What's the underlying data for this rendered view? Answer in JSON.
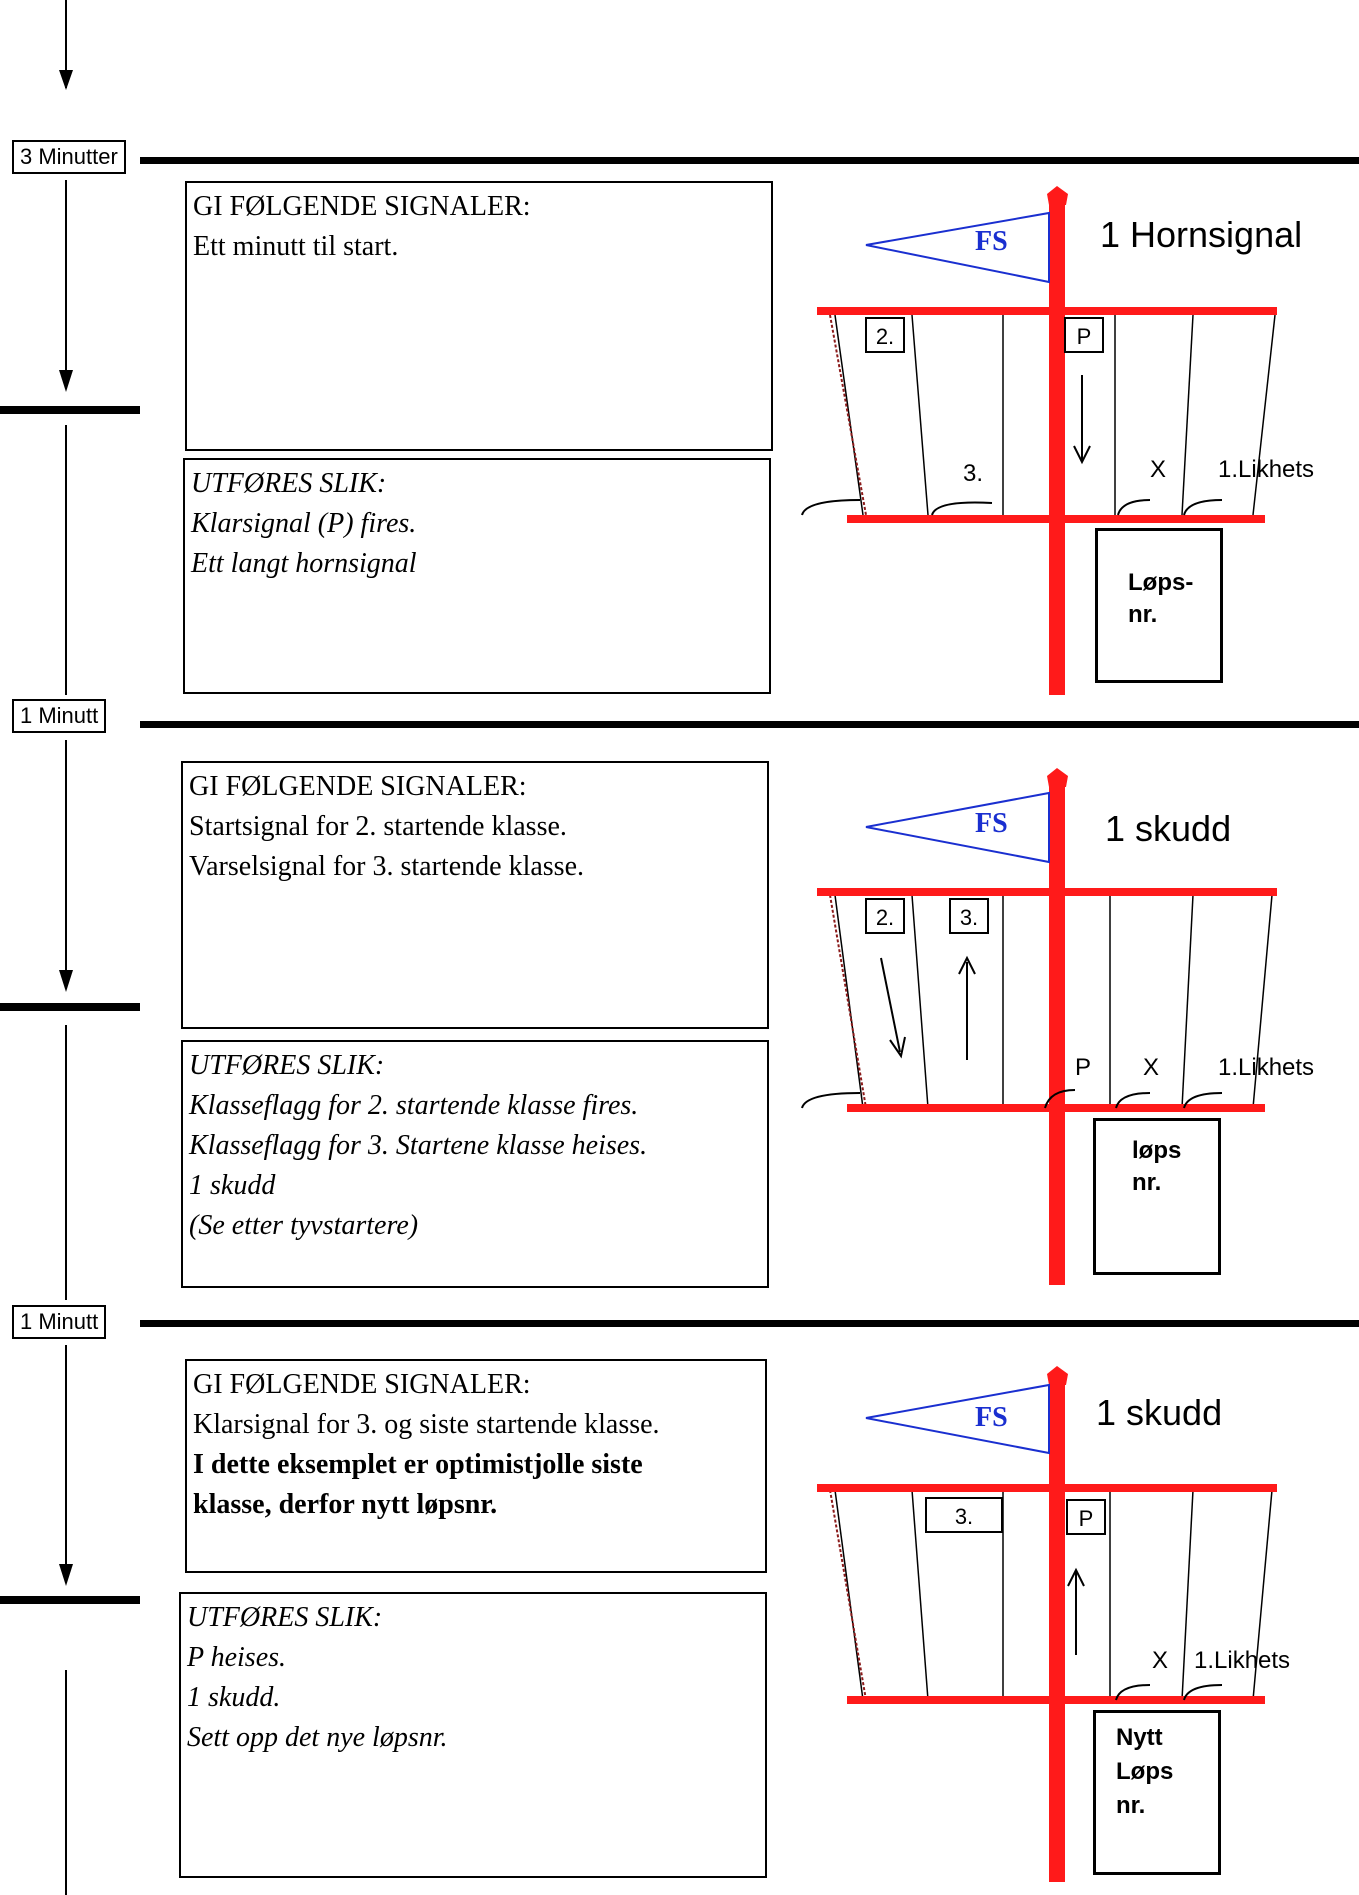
{
  "time_labels": [
    "3 Minutter",
    "1 Minutt",
    "1 Minutt"
  ],
  "colors": {
    "mast": "#ff1a1a",
    "pennant": "#1a2fd0",
    "ink": "#000000"
  },
  "panels": [
    {
      "signals": {
        "heading": "GI FØLGENDE SIGNALER:",
        "lines": [
          "Ett minutt til start."
        ],
        "bold_lines": []
      },
      "actions": {
        "heading": "UTFØRES SLIK:",
        "lines": [
          "Klarsignal (P) fires.",
          "Ett langt hornsignal"
        ]
      },
      "pennant": "FS",
      "sound": "1 Hornsignal",
      "flags": {
        "class2": "2.",
        "class3": "3.",
        "p": "P",
        "x": "X",
        "likhets": "1.Likhets"
      },
      "run_number": [
        "Løps-",
        "nr."
      ]
    },
    {
      "signals": {
        "heading": "GI FØLGENDE SIGNALER:",
        "lines": [
          "Startsignal for 2. startende klasse.",
          "Varselsignal for 3. startende klasse."
        ],
        "bold_lines": []
      },
      "actions": {
        "heading": "UTFØRES SLIK:",
        "lines": [
          "Klasseflagg for 2. startende klasse fires.",
          "Klasseflagg for 3. Startene klasse heises.",
          "1 skudd",
          "(Se etter tyvstartere)"
        ]
      },
      "pennant": "FS",
      "sound": "1 skudd",
      "flags": {
        "class2": "2.",
        "class3": "3.",
        "p": "P",
        "x": "X",
        "likhets": "1.Likhets"
      },
      "run_number": [
        "løps",
        "nr."
      ]
    },
    {
      "signals": {
        "heading": "GI FØLGENDE SIGNALER:",
        "lines": [
          "Klarsignal for 3. og siste startende klasse."
        ],
        "bold_lines": [
          "I dette eksemplet er optimistjolle siste",
          "klasse, derfor nytt løpsnr."
        ]
      },
      "actions": {
        "heading": "UTFØRES SLIK:",
        "lines": [
          "P  heises.",
          "1 skudd.",
          "Sett opp det nye løpsnr."
        ]
      },
      "pennant": "FS",
      "sound": "1 skudd",
      "flags": {
        "class3": "3.",
        "p": "P",
        "x": "X",
        "likhets": "1.Likhets"
      },
      "run_number": [
        "Nytt",
        "Løps",
        "nr."
      ]
    }
  ]
}
